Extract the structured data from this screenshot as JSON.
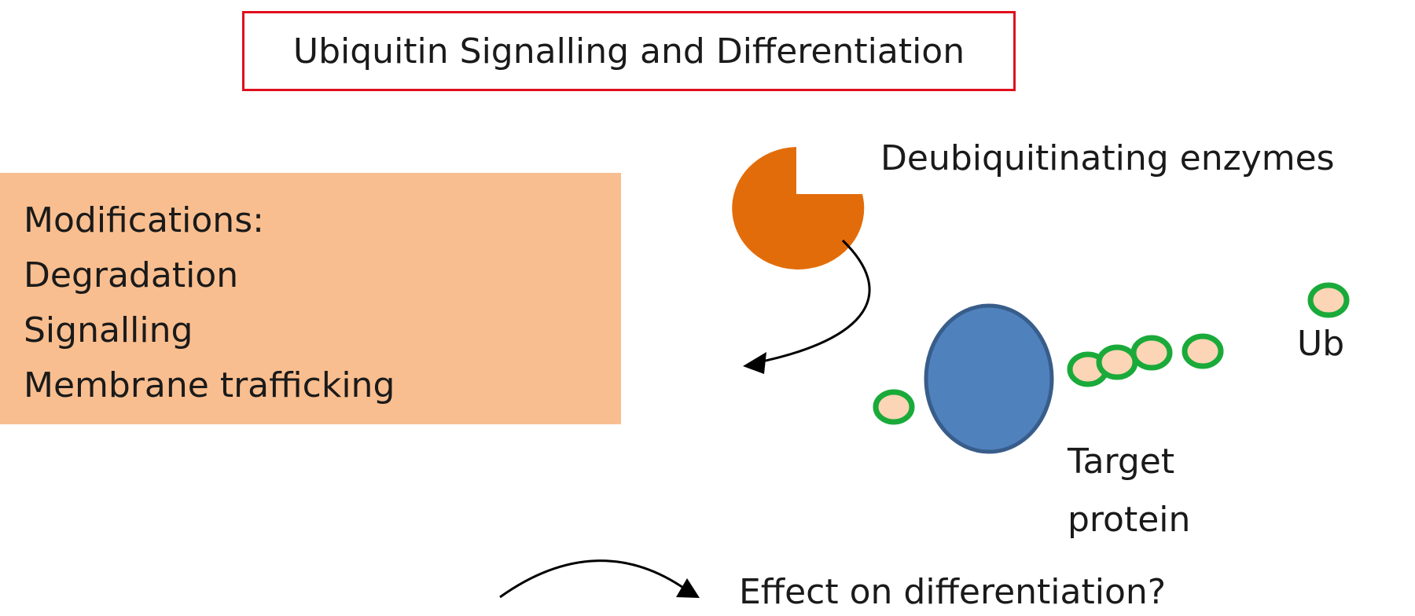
{
  "title": "Ubiquitin Signalling and Differentiation",
  "modifications": {
    "heading": "Modifications:",
    "items": [
      "Degradation",
      "Signalling",
      "Membrane trafficking"
    ]
  },
  "labels": {
    "enzymes": "Deubiquitinating enzymes",
    "ub": "Ub",
    "target_line1": "Target",
    "target_line2": "protein",
    "effect": "Effect on  differentiation?"
  },
  "colors": {
    "title_border": "#e0101e",
    "modifications_fill": "#f9be8f",
    "enzyme_fill": "#e36c0a",
    "protein_fill": "#4f81bd",
    "protein_stroke": "#385d8a",
    "ub_fill": "#fbd5b5",
    "ub_stroke": "#1aaa3a",
    "arrow": "#000000"
  }
}
